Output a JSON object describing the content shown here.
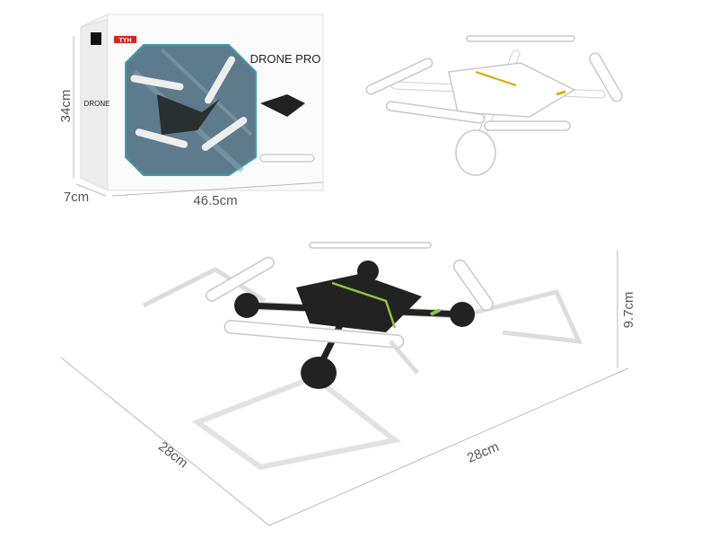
{
  "box": {
    "brand_badge": "TYH",
    "side_logo": "DRONE",
    "front_title": "DRONE PRO",
    "height_label": "34cm",
    "depth_label": "7cm",
    "width_label": "46.5cm"
  },
  "drone": {
    "depth_label": "28cm",
    "width_label": "28cm",
    "height_label": "9.7cm"
  },
  "colors": {
    "drone_body": "#222222",
    "accent_green": "#8cc63f",
    "accent_gold": "#e0a800",
    "window_blue": "#5d7b8c"
  }
}
